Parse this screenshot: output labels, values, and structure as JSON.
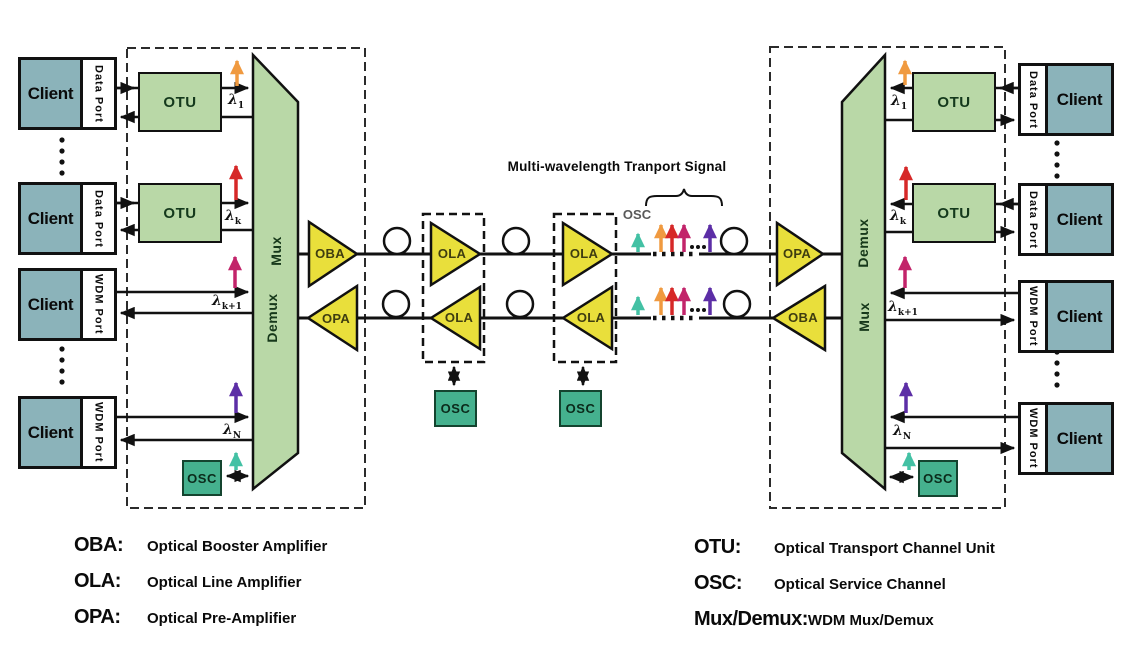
{
  "labels": {
    "client": "Client",
    "data_port": "Data Port",
    "wdm_port": "WDM Port",
    "otu": "OTU",
    "osc": "OSC",
    "mux": "Mux",
    "demux": "Demux",
    "oba": "OBA",
    "opa": "OPA",
    "ola": "OLA"
  },
  "signal": {
    "title": "Multi-wavelength Tranport Signal",
    "osc_tag": "OSC"
  },
  "lambdas": {
    "base": "λ",
    "sub_1": "1",
    "sub_k": "k",
    "sub_k1": "k+1",
    "sub_n": "N"
  },
  "legend": {
    "left": [
      {
        "term": "OBA:",
        "definition": "Optical Booster Amplifier"
      },
      {
        "term": "OLA:",
        "definition": "Optical Line Amplifier"
      },
      {
        "term": "OPA:",
        "definition": "Optical Pre-Amplifier"
      }
    ],
    "right": [
      {
        "term": "OTU:",
        "definition": "Optical Transport Channel Unit"
      },
      {
        "term": "OSC:",
        "definition": "Optical Service Channel"
      },
      {
        "term": "Mux/Demux:",
        "definition": "WDM Mux/Demux"
      }
    ]
  },
  "colors": {
    "client_fill": "#8bb3ba",
    "module_fill": "#b9d8a7",
    "amplifier_fill": "#e9df3b",
    "osc_fill": "#45b18e",
    "line": "#111111",
    "arrow_orange": "#f09a40",
    "arrow_red": "#d62828",
    "arrow_magenta": "#c2246a",
    "arrow_purple": "#5c2ea6",
    "arrow_teal": "#43c1a4"
  }
}
